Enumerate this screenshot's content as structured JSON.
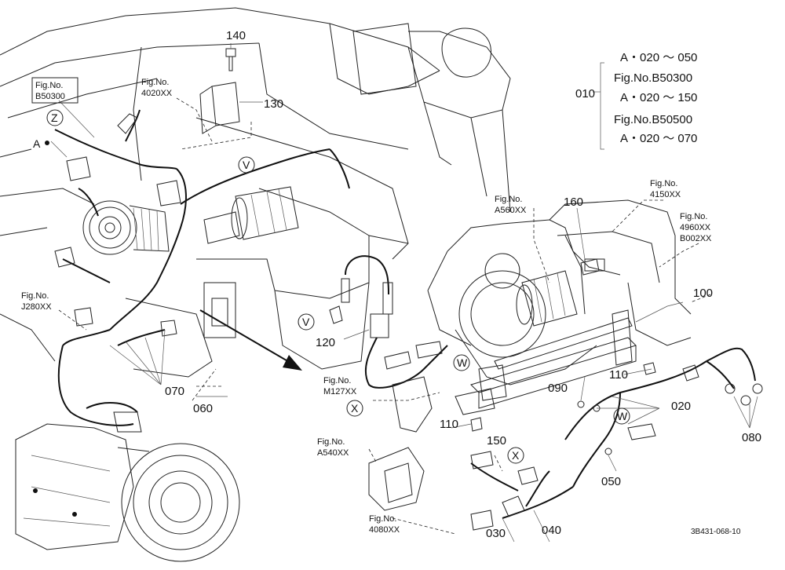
{
  "parts": {
    "p010": "010",
    "p020": "020",
    "p030": "030",
    "p040": "040",
    "p050": "050",
    "p060": "060",
    "p070": "070",
    "p080": "080",
    "p090": "090",
    "p100": "100",
    "p110a": "110",
    "p110b": "110",
    "p120": "120",
    "p130": "130",
    "p140": "140",
    "p150": "150",
    "p160": "160"
  },
  "fig_refs": {
    "figno": "Fig.No.",
    "b50300": "B50300",
    "f4020": "4020XX",
    "j280": "J280XX",
    "a560": "A560XX",
    "f4150": "4150XX",
    "f4960": "4960XX",
    "b002": "B002XX",
    "m127": "M127XX",
    "a540": "A540XX",
    "f4080": "4080XX"
  },
  "ref_letters": {
    "z": "Z",
    "a": "A",
    "v1": "V",
    "v2": "V",
    "w1": "W",
    "w2": "W",
    "x1": "X",
    "x2": "X"
  },
  "legend": {
    "line1": "A・020 ～ 050",
    "line2": "Fig.No.B50300",
    "line3": "A・020 ～ 150",
    "line4": "Fig.No.B50500",
    "line5": "A・020 ～ 070"
  },
  "drawing_number": "3B431-068-10"
}
